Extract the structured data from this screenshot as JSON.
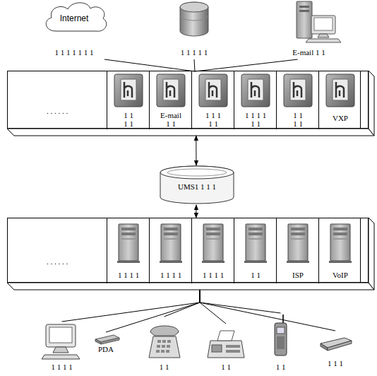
{
  "diagram": {
    "nodes": [
      {
        "text": [
          "Internet",
          "1 1 1 1 1 1 1"
        ]
      },
      {
        "text": [
          "1 1 1 1 1"
        ]
      },
      {
        "text": [
          "E-mail 1 1"
        ]
      },
      {
        "text": [
          ". . . . . ."
        ]
      },
      {
        "text": [
          "1 1 1 1"
        ],
        "in": 3
      },
      {
        "text": [
          "E-mail 1 1"
        ],
        "in": 3
      },
      {
        "text": [
          "1 1 1 1 1"
        ],
        "in": 3
      },
      {
        "text": [
          "1 1 1 1 1 1"
        ],
        "in": 3
      },
      {
        "text": [
          "1 1 1 1"
        ],
        "in": 3
      },
      {
        "text": [
          "VXP"
        ],
        "in": 3
      },
      {
        "text": [
          "UMS1 1 1 1"
        ]
      },
      {
        "text": [
          ". . . . . ."
        ]
      },
      {
        "text": [
          "1 1 1 1"
        ],
        "in": 11
      },
      {
        "text": [
          "1 1 1 1"
        ],
        "in": 11
      },
      {
        "text": [
          "1 1 1 1"
        ],
        "in": 11
      },
      {
        "text": [
          "1 1"
        ],
        "in": 11
      },
      {
        "text": [
          "ISP"
        ],
        "in": 11
      },
      {
        "text": [
          "VoIP"
        ],
        "in": 11
      },
      {
        "text": [
          "1 1 1 1"
        ]
      },
      {
        "text": [
          "PDA"
        ]
      },
      {
        "text": [
          "1 1"
        ]
      },
      {
        "text": [
          "1 1"
        ]
      },
      {
        "text": [
          "1 1"
        ]
      },
      {
        "text": [
          "1 1 1"
        ]
      }
    ],
    "edges": [
      {
        "from": 0,
        "to": 6,
        "arrow": "none"
      },
      {
        "from": 1,
        "to": 6,
        "arrow": "none"
      },
      {
        "from": 2,
        "to": 6,
        "arrow": "none"
      },
      {
        "from": 3,
        "to": 10,
        "arrow": "both"
      },
      {
        "from": 10,
        "to": 11,
        "arrow": "both"
      },
      {
        "from": 11,
        "to": 18,
        "arrow": "none"
      },
      {
        "from": 11,
        "to": 19,
        "arrow": "none"
      },
      {
        "from": 11,
        "to": 20,
        "arrow": "none"
      },
      {
        "from": 11,
        "to": 21,
        "arrow": "none"
      },
      {
        "from": 11,
        "to": 22,
        "arrow": "none"
      },
      {
        "from": 11,
        "to": 23,
        "arrow": "none"
      }
    ]
  }
}
